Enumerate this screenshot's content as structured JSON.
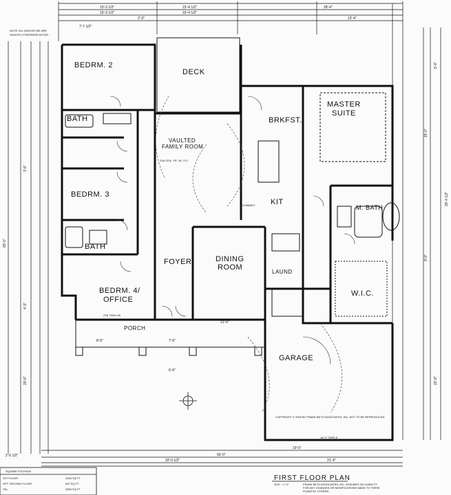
{
  "rooms": {
    "bedrm2": "BEDRM. 2",
    "deck": "DECK",
    "master_suite_1": "MASTER",
    "master_suite_2": "SUITE",
    "bath_upper": "BATH",
    "brkfst": "BRKFST.",
    "vaulted_family_1": "VAULTED",
    "vaulted_family_2": "FAMILY ROOM",
    "bedrm3": "BEDRM. 3",
    "kit": "KIT",
    "mbath": "M. BATH",
    "bath_lower": "BATH",
    "foyer": "FOYER",
    "dining_1": "DINING",
    "dining_2": "ROOM",
    "laund": "LAUND",
    "wic": "W.I.C.",
    "bedrm4_1": "BEDRM. 4/",
    "bedrm4_2": "OFFICE",
    "porch": "PORCH",
    "garage": "GARAGE"
  },
  "dimensions": {
    "top1": "15'-3 1/2\"",
    "top2": "15'-4 1/2\"",
    "top3": "28'-4\"",
    "top4": "15'-3 1/2\"",
    "top5": "15'-4 1/2\"",
    "top6": "13'-4\"",
    "top7": "7'-7 1/2\"",
    "top8": "2'-3\"",
    "bottom_total": "55'-0\"",
    "bottom_left": "33'-0 1/2\"",
    "bottom_mid": "21'-4\"",
    "bottom_small": "10'-5\"",
    "bottom_ext": "2'-5 1/2\"",
    "left_total": "65'-0\"",
    "left_a": "3'-6\"",
    "left_b": "4'-3\"",
    "left_c": "20'-6\"",
    "right_a": "5'-6\"",
    "right_b": "20'-4 1/2\"",
    "right_c": "15'-0\"",
    "right_d": "9'-0\"",
    "right_e": "22'-8\"",
    "porch_w": "8'-6\"",
    "porch_w2": "7'-6\"",
    "foyer_w": "6'-6\"",
    "dining_w": "12'-0\""
  },
  "notes": {
    "top_left_note_1": "NOTE: ALL ANGLED WE ARE",
    "top_left_note_2": "UNLESS OTHERWISE NOTED",
    "copyright": "COPYRIGHT © 2009 BY FRANK BETZ ASSOCIATES, INC. NOT TO BE REPRODUCED",
    "frank_1": "FRANK BETZ ASSOCIATES, INC. ASSUMES NO LIABILITY",
    "frank_2": "FOR ANY CHANGES OR MODIFICATIONS MADE TO THESE",
    "frank_3": "PLANS BY OTHERS.",
    "ceiling_vaulted": "2X6 CEIL. FR. 16\" O.C.",
    "chimney": "CHIMNEY",
    "window_header": "2X6 TWIN 3/0",
    "garage_door": "16'-0\" TRIPLE"
  },
  "footage": {
    "heading": "SQUARE FOOTAGE",
    "rows": [
      {
        "label": "1ST FLOOR",
        "value": "2326 SQ FT"
      },
      {
        "label": "OPT. SECOND FLOOR",
        "value": "287 SQ FT"
      },
      {
        "label": "TAL",
        "value": "2583 SQ FT"
      }
    ]
  },
  "title": {
    "main": "FIRST FLOOR PLAN",
    "scale": "3/16\" = 1'-0\""
  }
}
